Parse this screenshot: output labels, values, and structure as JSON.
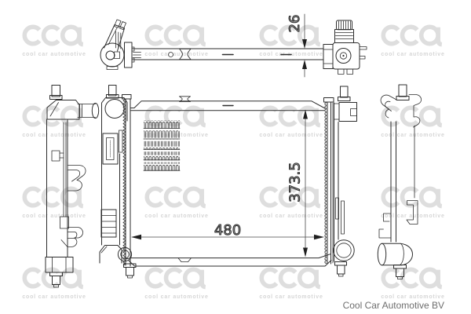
{
  "watermark": {
    "logo_letters": "cca",
    "caption": "cool car automotive"
  },
  "drawing": {
    "dimensions": {
      "depth": "26",
      "height": "373.5",
      "width": "480"
    }
  },
  "footer": {
    "brand": "Cool Car Automotive BV"
  },
  "colors": {
    "background": "#ffffff",
    "line": "#2d2d2d",
    "dimension_text": "#a2a2a2",
    "watermark_logo": "#dedede",
    "watermark_text": "#d6d6d6",
    "footer_text": "#6e6e6e"
  }
}
